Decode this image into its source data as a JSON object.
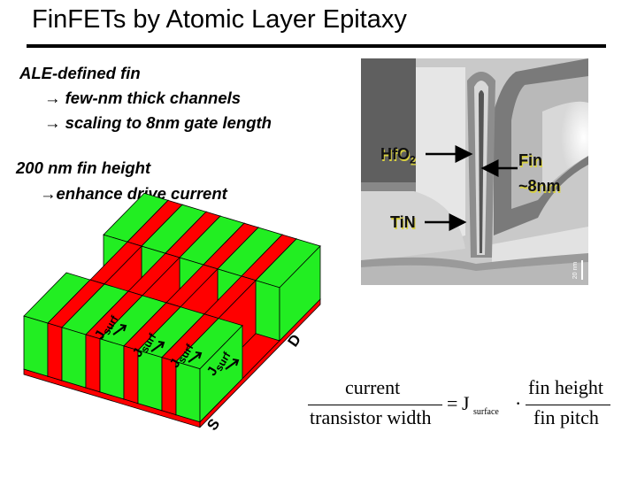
{
  "slide": {
    "title": "FinFETs by Atomic Layer Epitaxy",
    "bullets": [
      {
        "text": "ALE-defined fin"
      },
      {
        "text": "→ few-nm thick  channels"
      },
      {
        "text": "→ scaling to 8nm gate  length"
      },
      {
        "text": "200 nm fin height"
      },
      {
        "text": "→enhance drive current"
      }
    ]
  },
  "tem_image": {
    "labels": {
      "hfo2": "HfO",
      "hfo2_sub": "2",
      "fin": "Fin",
      "fin_size": "~8nm",
      "tin": "TiN"
    },
    "scale_bar": "20 nm"
  },
  "diagram": {
    "j_label": "J",
    "j_sub": "surf",
    "source": "S",
    "drain": "D",
    "colors": {
      "block": "#22ee22",
      "fin": "#ff0000"
    }
  },
  "equation": {
    "lhs_num": "current",
    "lhs_den": "transistor width",
    "equals": "=",
    "j": "J",
    "j_sub": "surface",
    "dot": "·",
    "rhs_num": "fin height",
    "rhs_den": "fin pitch"
  }
}
